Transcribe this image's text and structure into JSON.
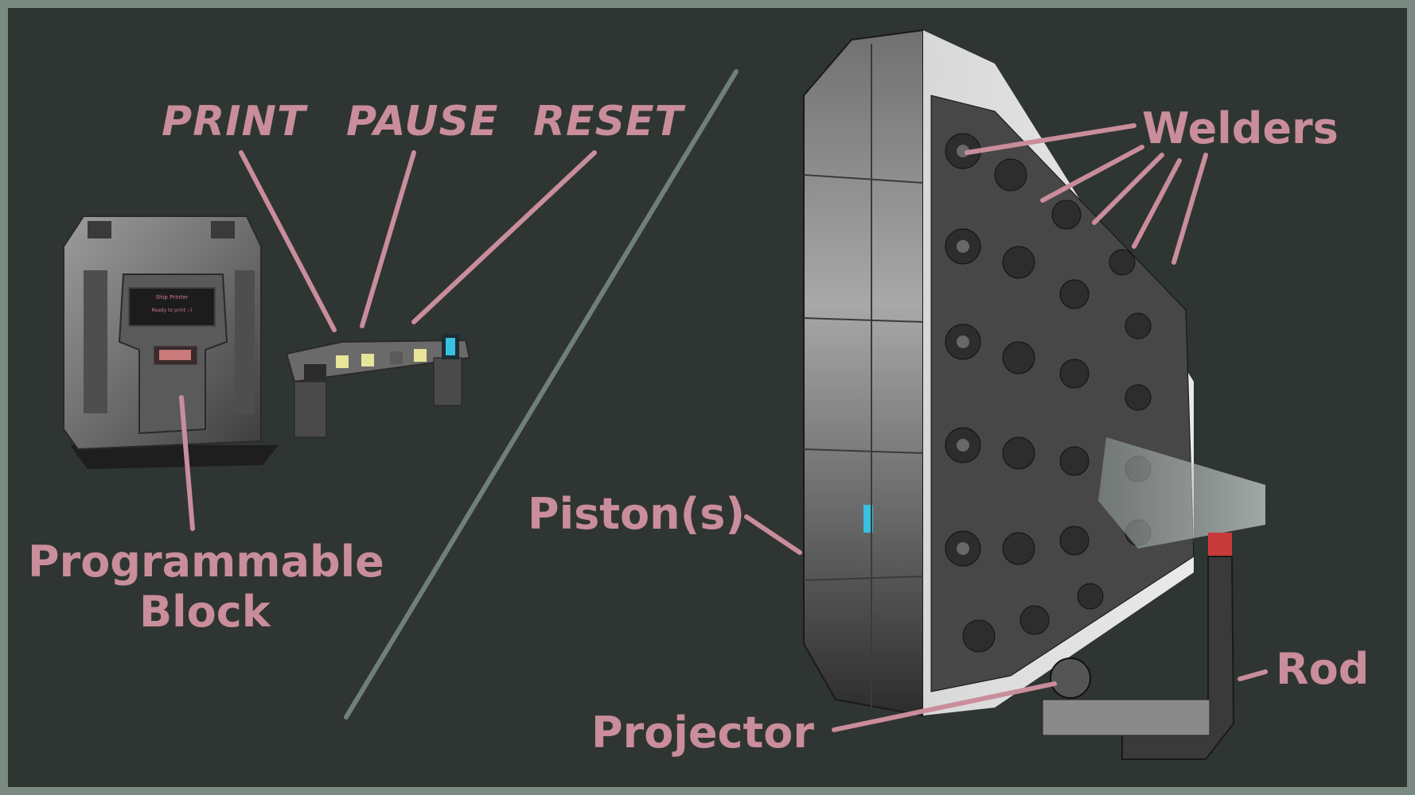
{
  "labels": {
    "print": "PRINT",
    "pause": "PAUSE",
    "reset": "RESET",
    "programmable_block": "Programmable",
    "programmable_block_2": "Block",
    "pistons": "Piston(s)",
    "welders": "Welders",
    "rod": "Rod",
    "projector": "Projector"
  },
  "screen": {
    "title": "Ship Printer",
    "status": "Ready to print :-)"
  },
  "colors": {
    "background": "#2f3532",
    "frame": "#7a8a80",
    "label": "#c98d9b",
    "divider": "#6f8078"
  }
}
